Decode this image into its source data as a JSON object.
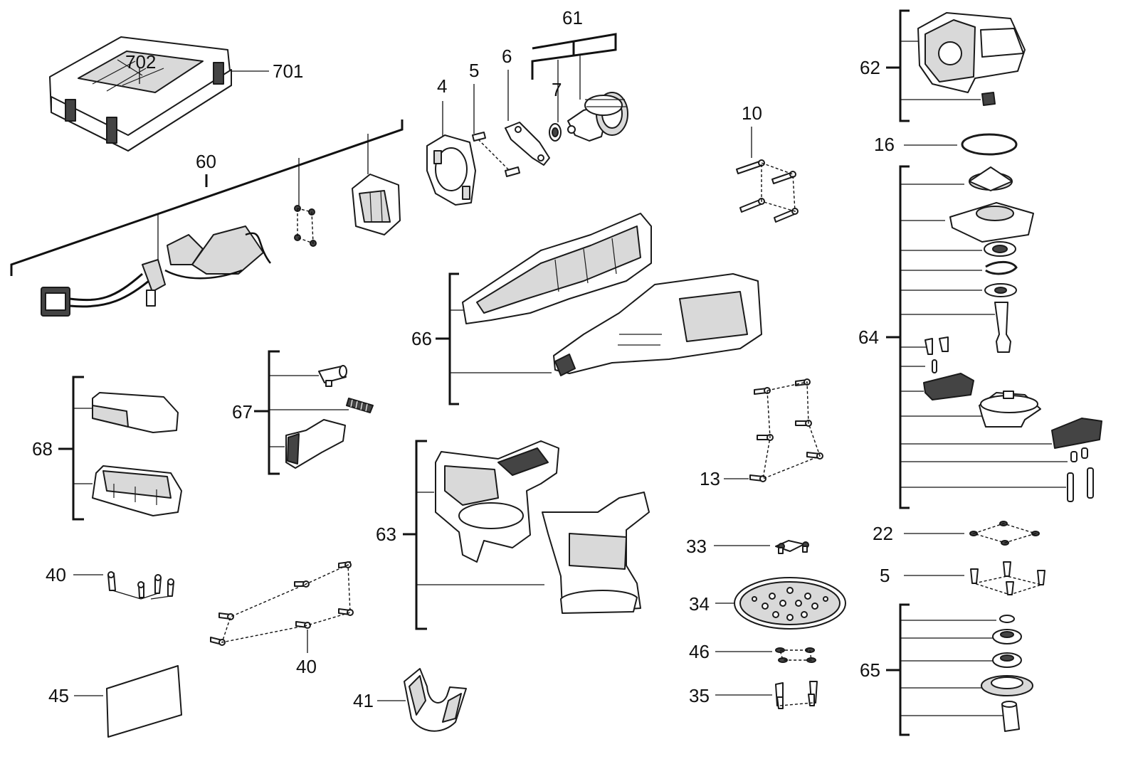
{
  "diagram": {
    "labels": {
      "l701": "701",
      "l702": "702",
      "l60": "60",
      "l4": "4",
      "l5top": "5",
      "l6": "6",
      "l7": "7",
      "l61": "61",
      "l10": "10",
      "l62": "62",
      "l16": "16",
      "l64": "64",
      "l66": "66",
      "l67": "67",
      "l68": "68",
      "l13": "13",
      "l22": "22",
      "l5right": "5",
      "l63": "63",
      "l33": "33",
      "l34": "34",
      "l46": "46",
      "l35": "35",
      "l65": "65",
      "l40left": "40",
      "l40bottom": "40",
      "l45": "45",
      "l41": "41"
    }
  }
}
